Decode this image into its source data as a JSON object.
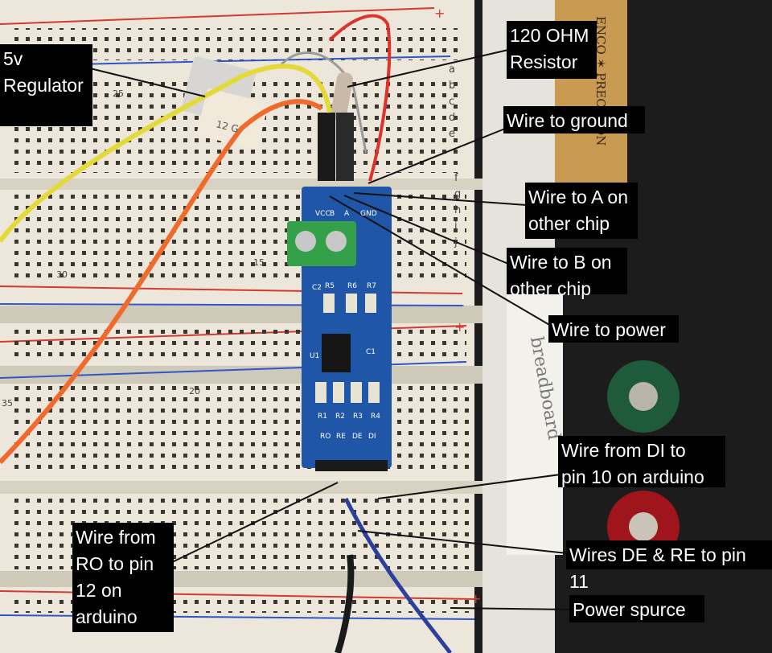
{
  "annotations": {
    "regulator": "5v\nRegulator",
    "resistor": "120 OHM\nResistor",
    "ground": "Wire to ground",
    "wire_a": "Wire to A on\nother chip",
    "wire_b": "Wire to B on\nother chip",
    "power": "Wire to power",
    "di": "Wire from DI to\npin 10 on arduino",
    "ro": "Wire from\nRO to pin\n12 on\narduino",
    "de_re": "Wires DE & RE to pin 11",
    "power_source": "Power spurce"
  },
  "breadboard": {
    "rail_plus": "+",
    "rail_minus": "−",
    "row_letters_top": [
      "a",
      "b",
      "c",
      "d",
      "e"
    ],
    "row_letters_mid": [
      "f",
      "g",
      "h",
      "i",
      "j"
    ],
    "column_numbers": [
      "35",
      "30",
      "25",
      "20",
      "15"
    ],
    "rail_red": "#d23a32",
    "rail_blue": "#2f56c8"
  },
  "module": {
    "pin_labels": [
      "VCC",
      "B",
      "A",
      "GND"
    ],
    "bottom_pin_labels": [
      "RO",
      "RE",
      "DE",
      "DI"
    ],
    "resistor_labels": [
      "R1",
      "R2",
      "R3",
      "R4"
    ],
    "top_resistor_labels": [
      "R5",
      "R6",
      "R7"
    ],
    "chip_label": "U1",
    "cap_labels": [
      "C1",
      "C2"
    ],
    "board_color": "#1f56a8"
  },
  "regulator": {
    "marking": "12 G"
  },
  "side_panel": {
    "brand_text": "ENCO ✶ PRECISION",
    "handwriting": "breadboard"
  }
}
